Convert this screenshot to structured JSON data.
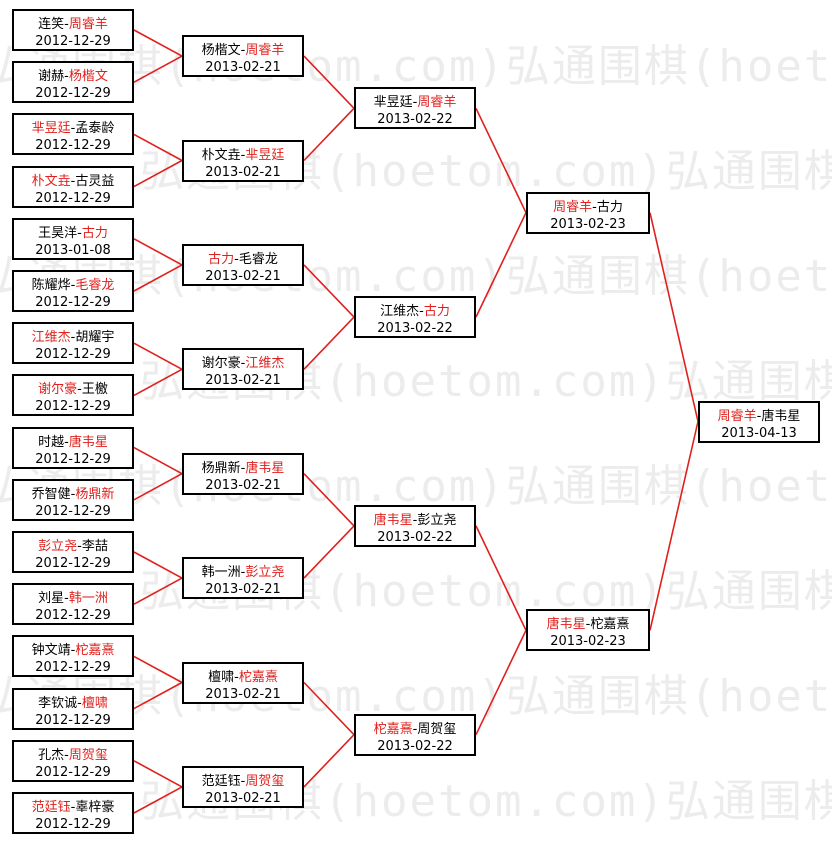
{
  "watermark": "弘通围棋(hoetom.com)弘通围棋(hoetom.com)",
  "colors": {
    "winner": "#e0201c",
    "loser": "#000000",
    "connector": "#e0201c",
    "border": "#000000"
  },
  "rounds": [
    [
      {
        "p1": "连笑",
        "p2": "周睿羊",
        "winner": 2,
        "date": "2012-12-29"
      },
      {
        "p1": "谢赫",
        "p2": "杨楷文",
        "winner": 2,
        "date": "2012-12-29"
      },
      {
        "p1": "芈昱廷",
        "p2": "孟泰龄",
        "winner": 1,
        "date": "2012-12-29"
      },
      {
        "p1": "朴文垚",
        "p2": "古灵益",
        "winner": 1,
        "date": "2012-12-29"
      },
      {
        "p1": "王昊洋",
        "p2": "古力",
        "winner": 2,
        "date": "2013-01-08"
      },
      {
        "p1": "陈耀烨",
        "p2": "毛睿龙",
        "winner": 2,
        "date": "2012-12-29"
      },
      {
        "p1": "江维杰",
        "p2": "胡耀宇",
        "winner": 1,
        "date": "2012-12-29"
      },
      {
        "p1": "谢尔豪",
        "p2": "王檄",
        "winner": 1,
        "date": "2012-12-29"
      },
      {
        "p1": "时越",
        "p2": "唐韦星",
        "winner": 2,
        "date": "2012-12-29"
      },
      {
        "p1": "乔智健",
        "p2": "杨鼎新",
        "winner": 2,
        "date": "2012-12-29"
      },
      {
        "p1": "彭立尧",
        "p2": "李喆",
        "winner": 1,
        "date": "2012-12-29"
      },
      {
        "p1": "刘星",
        "p2": "韩一洲",
        "winner": 2,
        "date": "2012-12-29"
      },
      {
        "p1": "钟文靖",
        "p2": "柁嘉熹",
        "winner": 2,
        "date": "2012-12-29"
      },
      {
        "p1": "李钦诚",
        "p2": "檀啸",
        "winner": 2,
        "date": "2012-12-29"
      },
      {
        "p1": "孔杰",
        "p2": "周贺玺",
        "winner": 2,
        "date": "2012-12-29"
      },
      {
        "p1": "范廷钰",
        "p2": "辜梓豪",
        "winner": 1,
        "date": "2012-12-29"
      }
    ],
    [
      {
        "p1": "杨楷文",
        "p2": "周睿羊",
        "winner": 2,
        "date": "2013-02-21"
      },
      {
        "p1": "朴文垚",
        "p2": "芈昱廷",
        "winner": 2,
        "date": "2013-02-21"
      },
      {
        "p1": "古力",
        "p2": "毛睿龙",
        "winner": 1,
        "date": "2013-02-21"
      },
      {
        "p1": "谢尔豪",
        "p2": "江维杰",
        "winner": 2,
        "date": "2013-02-21"
      },
      {
        "p1": "杨鼎新",
        "p2": "唐韦星",
        "winner": 2,
        "date": "2013-02-21"
      },
      {
        "p1": "韩一洲",
        "p2": "彭立尧",
        "winner": 2,
        "date": "2013-02-21"
      },
      {
        "p1": "檀啸",
        "p2": "柁嘉熹",
        "winner": 2,
        "date": "2013-02-21"
      },
      {
        "p1": "范廷钰",
        "p2": "周贺玺",
        "winner": 2,
        "date": "2013-02-21"
      }
    ],
    [
      {
        "p1": "芈昱廷",
        "p2": "周睿羊",
        "winner": 2,
        "date": "2013-02-22"
      },
      {
        "p1": "江维杰",
        "p2": "古力",
        "winner": 2,
        "date": "2013-02-22"
      },
      {
        "p1": "唐韦星",
        "p2": "彭立尧",
        "winner": 1,
        "date": "2013-02-22"
      },
      {
        "p1": "柁嘉熹",
        "p2": "周贺玺",
        "winner": 1,
        "date": "2013-02-22"
      }
    ],
    [
      {
        "p1": "周睿羊",
        "p2": "古力",
        "winner": 1,
        "date": "2013-02-23"
      },
      {
        "p1": "唐韦星",
        "p2": "柁嘉熹",
        "winner": 1,
        "date": "2013-02-23"
      }
    ],
    [
      {
        "p1": "周睿羊",
        "p2": "唐韦星",
        "winner": 1,
        "date": "2013-04-13"
      }
    ]
  ]
}
